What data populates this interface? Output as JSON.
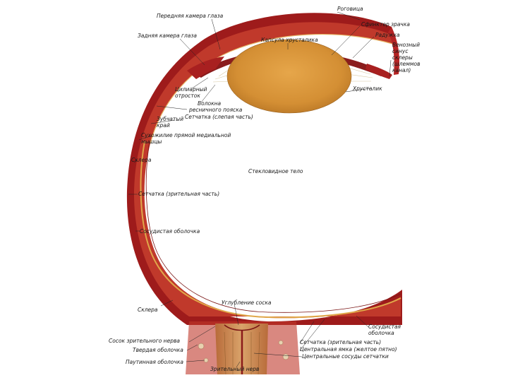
{
  "labels": {
    "anterior_chamber": "Передняя камера глаза",
    "cornea": "Роговица",
    "pupil_sphincter": "Сфинктер зрачка",
    "posterior_chamber": "Задняя камера глаза",
    "lens_capsule": "Капсула хрусталика",
    "iris": "Радужка",
    "venous_sinus": [
      "Венозный",
      "синус",
      "склеры",
      "(шлеммов",
      "канал)"
    ],
    "ciliary_process": [
      "Цилиарный",
      "отросток"
    ],
    "lens": "Хрусталик",
    "zonular_fibers": [
      "Волокна",
      "ресничного пояска"
    ],
    "retina_blind": "Сетчатка (слепая часть)",
    "ora_serrata": [
      "Зубчатый",
      "край"
    ],
    "medial_rectus_tendon": [
      "Сухожилие прямой медиальной",
      "мышцы"
    ],
    "sclera_top": "Склера",
    "vitreous_body": "Стекловидное тело",
    "retina_optic": "Сетчатка (зрительная часть)",
    "choroid_left": "Сосудистая оболочка",
    "optic_disc_cup": "Углубление соска",
    "sclera_bottom": "Склера",
    "choroid_right": [
      "Сосудистая",
      "оболочка"
    ],
    "optic_papilla": "Сосок зрительного нерва",
    "retina_optic_right": "Сетчатка (зрительная часть)",
    "dura": "Твердая оболочка",
    "macula": "Центральная ямка (желтое пятно)",
    "arachnoid": "Паутинная оболочка",
    "retina_vessels": "Центральные сосуды сетчатки",
    "optic_nerve": "Зрительный нерв"
  },
  "colors": {
    "sclera": "#9e1b1b",
    "choroid": "#c0392b",
    "retina": "#e0a84a",
    "lens": "#d9952f",
    "iris": "#8a1c1c",
    "nerve": "#c9a071"
  }
}
